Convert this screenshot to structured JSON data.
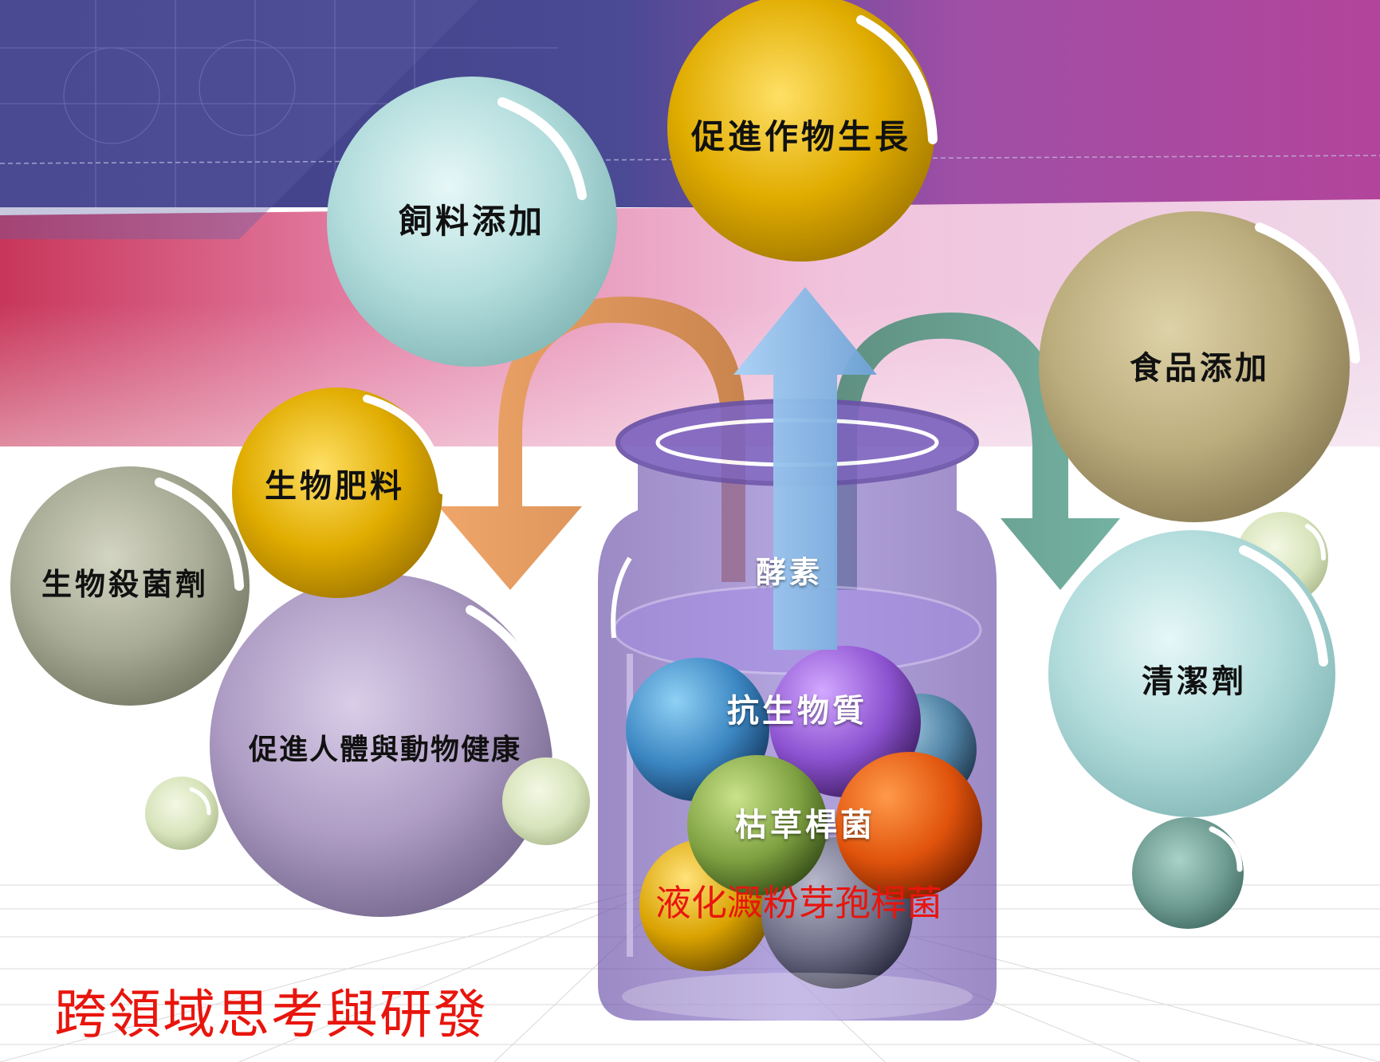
{
  "slide": {
    "title": "跨領域思考與研發",
    "organism_label": "液化澱粉芽孢桿菌"
  },
  "jar": {
    "top_label": "酵素",
    "mid_label": "抗生物質",
    "low_label": "枯草桿菌"
  },
  "applications": [
    {
      "id": "feed",
      "label": "飼料添加"
    },
    {
      "id": "crop",
      "label": "促進作物生長"
    },
    {
      "id": "food",
      "label": "食品添加"
    },
    {
      "id": "biofert",
      "label": "生物肥料"
    },
    {
      "id": "biocide",
      "label": "生物殺菌劑"
    },
    {
      "id": "health",
      "label": "促進人體與動物健康"
    },
    {
      "id": "cleaner",
      "label": "清潔劑"
    }
  ],
  "colors": {
    "title_red": "#e8150d",
    "bubble_cyan": "#a9d3d4",
    "bubble_gold": "#d9a700",
    "bubble_khaki": "#bcae7e",
    "bubble_sage": "#a9ad98",
    "bubble_lavender": "#b4a3c6",
    "jar_purple": "#8a6fc4",
    "arrow_orange": "#eaa066",
    "arrow_teal": "#5b9b8d",
    "arrow_blue": "#8ec0ee"
  }
}
